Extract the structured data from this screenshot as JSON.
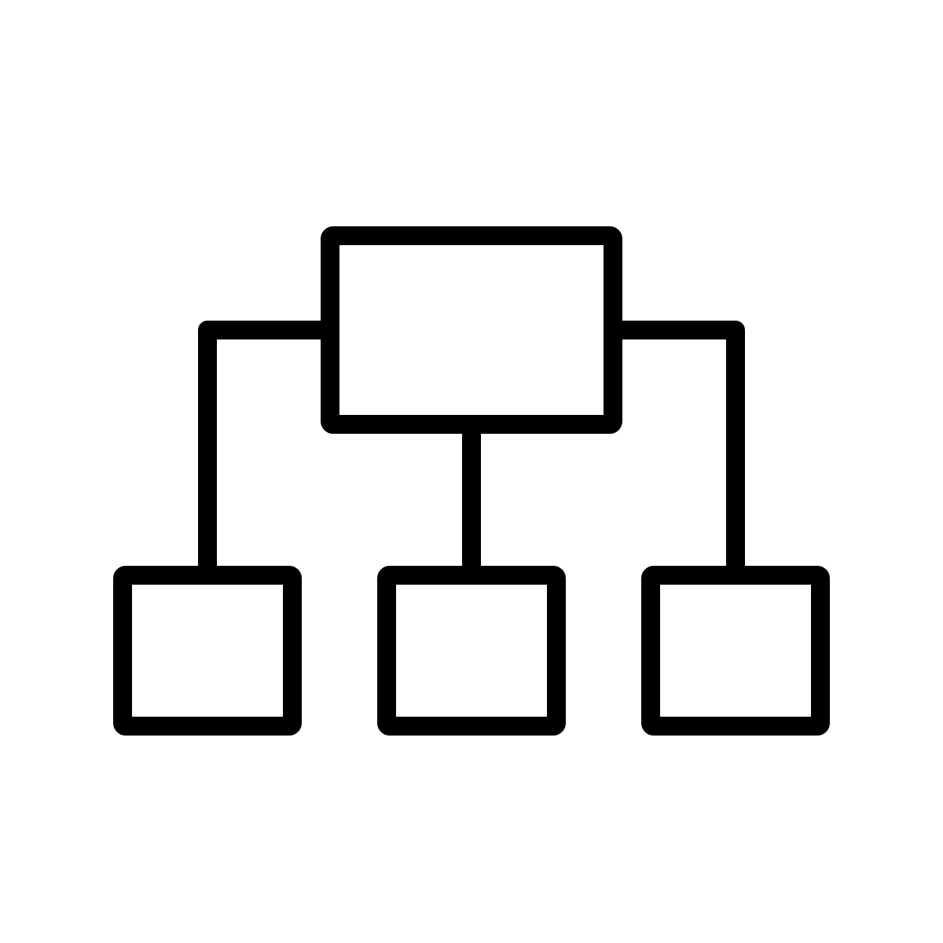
{
  "icon": {
    "name": "hierarchy-icon",
    "stroke_color": "#000000",
    "background_color": "#ffffff"
  },
  "diagram": {
    "nodes": [
      {
        "id": "root",
        "level": 0
      },
      {
        "id": "child-left",
        "level": 1,
        "parent": "root"
      },
      {
        "id": "child-center",
        "level": 1,
        "parent": "root"
      },
      {
        "id": "child-right",
        "level": 1,
        "parent": "root"
      }
    ]
  }
}
